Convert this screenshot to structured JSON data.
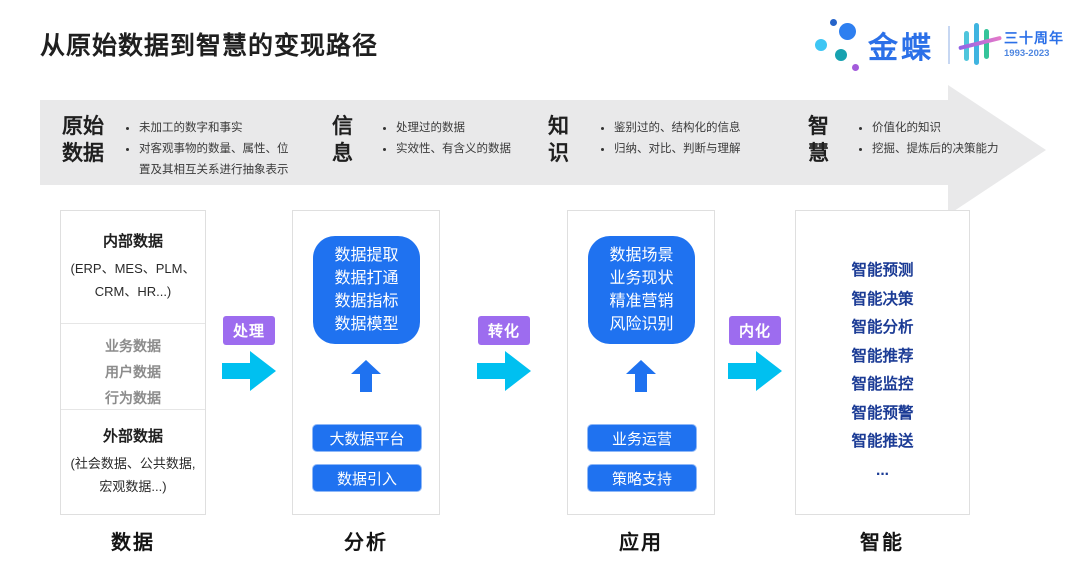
{
  "title": "从原始数据到智慧的变现路径",
  "logo": {
    "brand": "金蝶",
    "anniversary_label": "三十周年",
    "anniversary_years": "1993-2023"
  },
  "banner": {
    "stages": [
      {
        "name_line1": "原始",
        "name_line2": "数据",
        "bullets": [
          "未加工的数字和事实",
          "对客观事物的数量、属性、位置及其相互关系进行抽象表示"
        ]
      },
      {
        "name_line1": "信",
        "name_line2": "息",
        "bullets": [
          "处理过的数据",
          "实效性、有含义的数据"
        ]
      },
      {
        "name_line1": "知",
        "name_line2": "识",
        "bullets": [
          "鉴别过的、结构化的信息",
          "归纳、对比、判断与理解"
        ]
      },
      {
        "name_line1": "智",
        "name_line2": "慧",
        "bullets": [
          "价值化的知识",
          "挖掘、提炼后的决策能力"
        ]
      }
    ]
  },
  "flow_arrows": [
    {
      "label": "处理"
    },
    {
      "label": "转化"
    },
    {
      "label": "内化"
    }
  ],
  "columns": {
    "data": {
      "internal_title": "内部数据",
      "internal_sub": "(ERP、MES、PLM、CRM、HR...)",
      "middle_items": [
        "业务数据",
        "用户数据",
        "行为数据"
      ],
      "external_title": "外部数据",
      "external_sub": "(社会数据、公共数据, 宏观数据...)",
      "footer": "数据"
    },
    "analysis": {
      "core_items": [
        "数据提取",
        "数据打通",
        "数据指标",
        "数据模型"
      ],
      "buttons": [
        "大数据平台",
        "数据引入"
      ],
      "footer": "分析"
    },
    "application": {
      "core_items": [
        "数据场景",
        "业务现状",
        "精准营销",
        "风险识别"
      ],
      "buttons": [
        "业务运营",
        "策略支持"
      ],
      "footer": "应用"
    },
    "intelligence": {
      "items": [
        "智能预测",
        "智能决策",
        "智能分析",
        "智能推荐",
        "智能监控",
        "智能预警",
        "智能推送",
        "..."
      ],
      "footer": "智能"
    }
  },
  "colors": {
    "primary_blue": "#1f72f0",
    "navy_text": "#1b3b95",
    "purple_badge": "#9d6cef",
    "cyan_arrow": "#00c0f0",
    "banner_gray": "#e9e9ea",
    "brand_blue": "#2b70e8"
  }
}
